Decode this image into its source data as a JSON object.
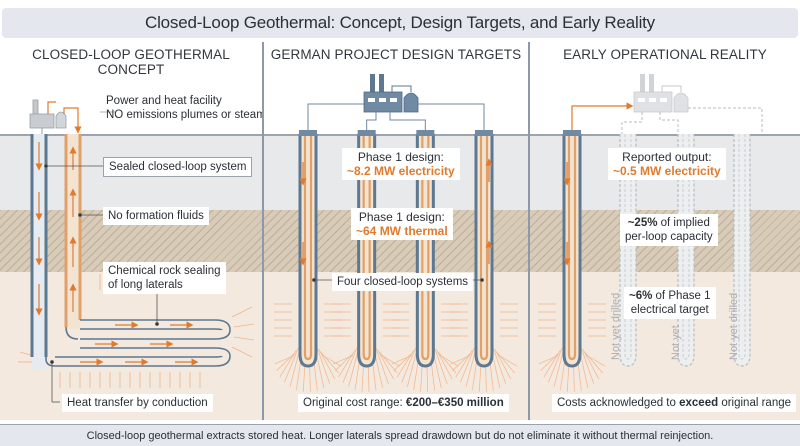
{
  "title": "Closed-Loop Geothermal: Concept, Design Targets, and Early Reality",
  "colors": {
    "accent_orange": "#e07a2e",
    "pipe_blue": "#5d7891",
    "title_bg": "#e4e8ee",
    "text": "#2b2f36"
  },
  "panels": [
    {
      "id": "concept",
      "heading": "CLOSED-LOOP GEOTHERMAL CONCEPT",
      "facility_label_line1": "Power and heat facility",
      "facility_label_line2": "NO emissions plumes or steam",
      "callouts": [
        "Sealed closed-loop system",
        "No formation fluids",
        "Chemical rock sealing",
        "of long laterals",
        "Heat transfer by conduction"
      ],
      "icons": [
        "factory-icon",
        "flow-arrow-icon",
        "heat-radiation-icon"
      ]
    },
    {
      "id": "design",
      "heading": "GERMAN PROJECT DESIGN TARGETS",
      "electric_label": "Phase 1 design:",
      "electric_value": "~8.2 MW electricity",
      "thermal_label": "Phase 1 design:",
      "thermal_value": "~64 MW thermal",
      "systems_label": "Four closed-loop systems",
      "cost_prefix": "Original cost range: ",
      "cost_value": "€200–€350 million",
      "loop_count": 4
    },
    {
      "id": "reality",
      "heading": "EARLY OPERATIONAL REALITY",
      "reported_label": "Reported output:",
      "reported_value": "~0.5 MW electricity",
      "capacity_value": "~25%",
      "capacity_text_1": " of implied",
      "capacity_text_2": "per-loop capacity",
      "target_value": "~6%",
      "target_text_1": " of Phase 1",
      "target_text_2": "electrical target",
      "not_drilled_labels": [
        "Not yet drilled",
        "Not yet",
        "Not yet drilled"
      ],
      "cost_prefix": "Costs acknowledged to ",
      "cost_bold": "exceed",
      "cost_suffix": " original range",
      "loops_drilled": 1,
      "loops_planned": 4
    }
  ],
  "footer": "Closed-loop geothermal extracts stored heat. Longer laterals spread drawdown but do not eliminate it without thermal reinjection."
}
